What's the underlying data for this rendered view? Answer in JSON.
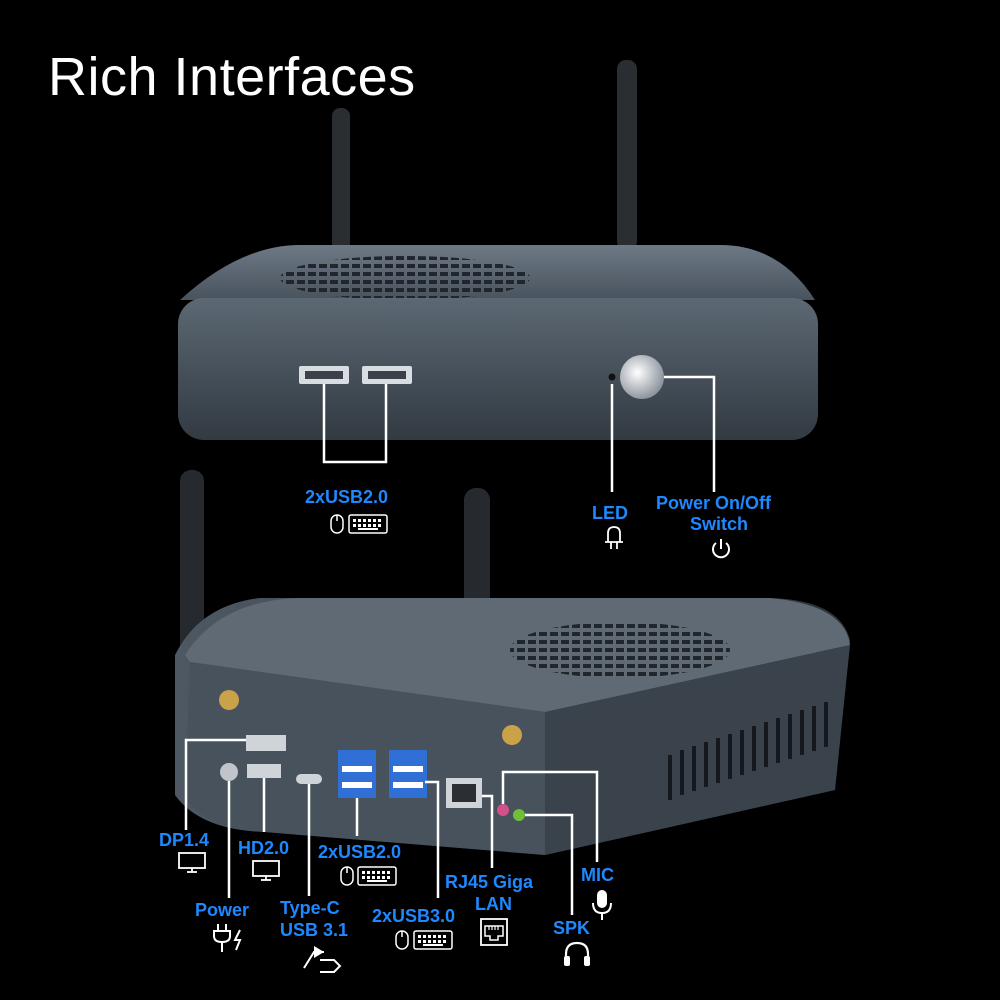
{
  "title": "Rich Interfaces",
  "front": {
    "usb_label": "2xUSB2.0",
    "led_label": "LED",
    "power_label_1": "Power On/Off",
    "power_label_2": "Switch"
  },
  "back": {
    "dp_label": "DP1.4",
    "hd_label": "HD2.0",
    "usb2_label": "2xUSB2.0",
    "usb3_label": "2xUSB3.0",
    "power_label": "Power",
    "typec_label_1": "Type-C",
    "typec_label_2": "USB 3.1",
    "rj45_label_1": "RJ45 Giga",
    "rj45_label_2": "LAN",
    "spk_label": "SPK",
    "mic_label": "MIC"
  },
  "colors": {
    "label": "#1e88ff",
    "background": "#000000",
    "line": "#ffffff"
  }
}
